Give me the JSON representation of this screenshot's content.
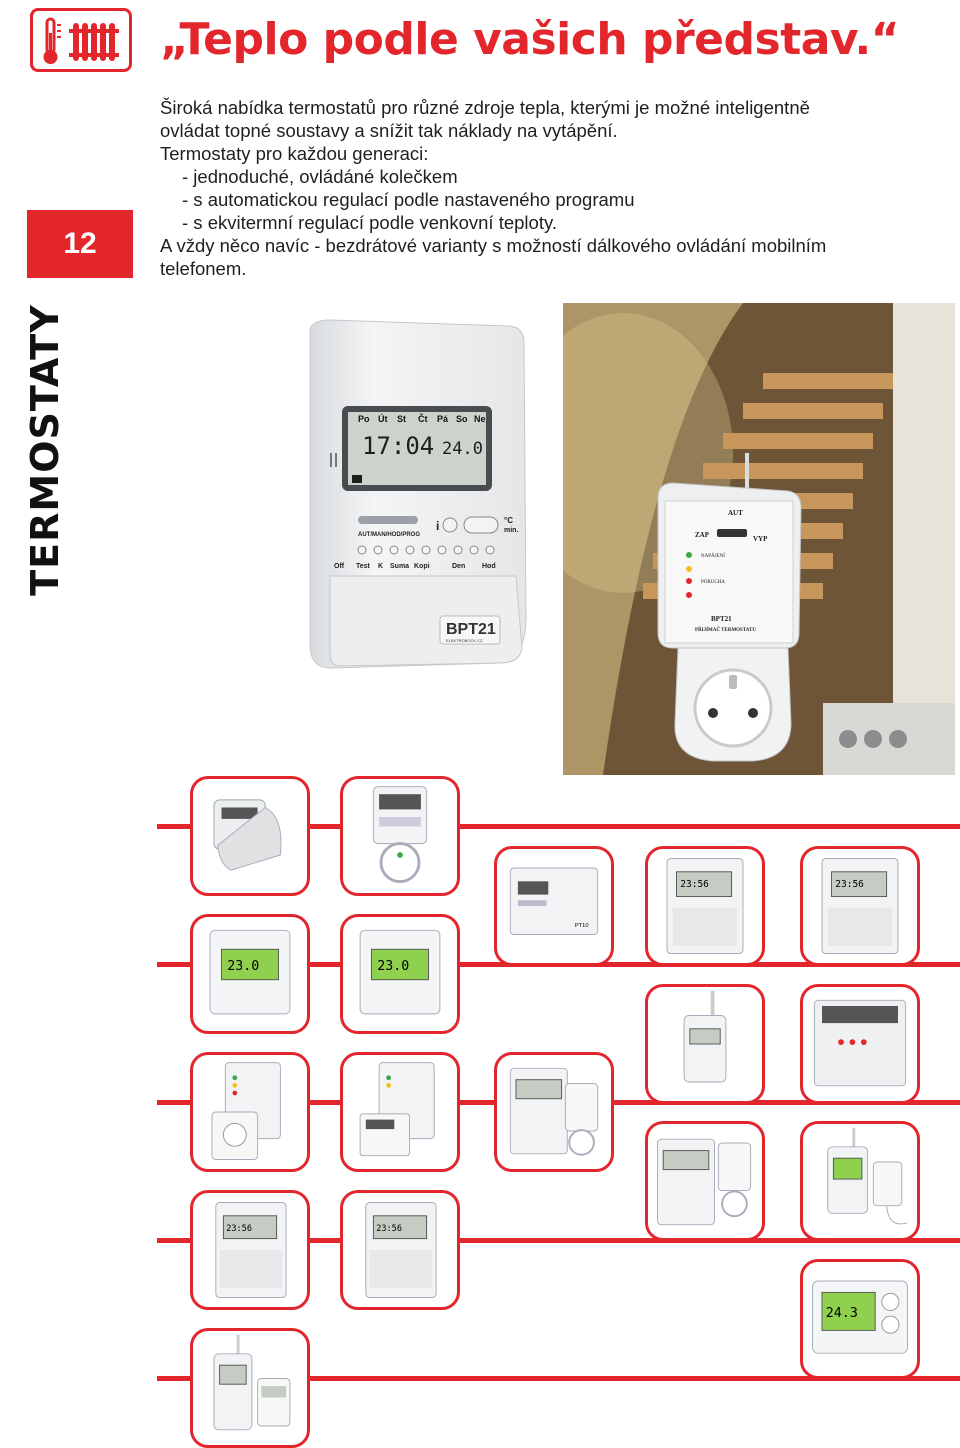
{
  "header": {
    "title": "„Teplo podle vašich představ.“",
    "icon": "thermometer-radiator-icon"
  },
  "sidebar": {
    "page_number": "12",
    "section_label": "TERMOSTATY"
  },
  "intro": {
    "line1": "Široká nabídka termostatů pro různé zdroje tepla, kterými je možné inteligentně",
    "line2": "ovládat topné soustavy a snížit tak náklady na vytápění.",
    "line3": "Termostaty pro každou generaci:",
    "bullet1": "- jednoduché, ovládáné kolečkem",
    "bullet2": "- s automatickou regulací podle nastaveného programu",
    "bullet3": "- s ekvitermní regulací podle venkovní teploty.",
    "line4": "A vždy něco navíc - bezdrátové varianty s možností dálkového ovládání mobilním",
    "line5": "telefonem."
  },
  "hero_device": {
    "days": [
      "Po",
      "Út",
      "St",
      "Čt",
      "Pá",
      "So",
      "Ne"
    ],
    "time": "17:04",
    "temp": "24.0",
    "mode_label": "AUT/MAN/HOD/PROG",
    "buttons": [
      "Off",
      "Test",
      "K",
      "Suma",
      "Kopi",
      "Den",
      "Hod"
    ],
    "unit_label": "°C",
    "min_label": "min.",
    "brand": "BPT21",
    "maker": "ELEKTROBOCK CZ"
  },
  "hero_receiver": {
    "aut": "AUT",
    "zap": "ZAP",
    "vyp": "VYP",
    "napajeni": "NAPÁJENÍ",
    "porucha": "PORUCHA",
    "brand": "BPT21",
    "subtitle": "PŘIJÍMAČ TERMOSTATU"
  },
  "colors": {
    "accent": "#e2262b",
    "lcd": "#8fd14f"
  }
}
